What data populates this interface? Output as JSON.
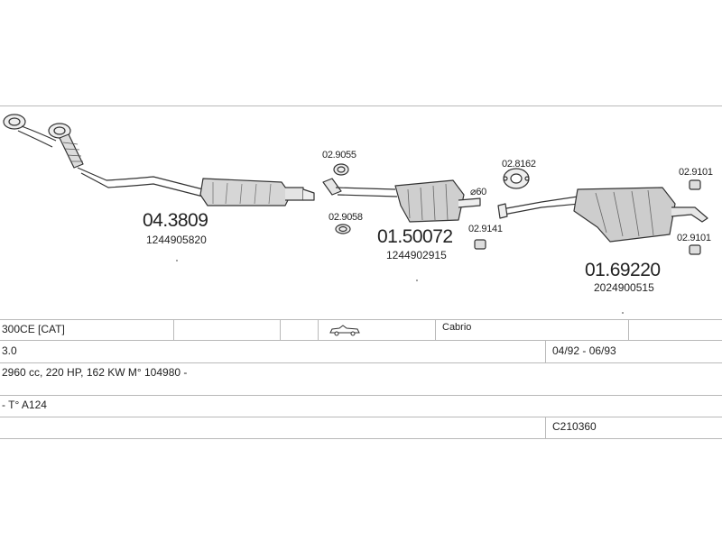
{
  "parts": {
    "p1": {
      "number": "04.3809",
      "oem": "1244905820"
    },
    "p2": {
      "number": "01.50072",
      "oem": "1244902915"
    },
    "p3": {
      "number": "01.69220",
      "oem": "2024900515"
    },
    "c1": "02.9055",
    "c2": "02.9058",
    "c3": "02.8162",
    "c4": "02.9141",
    "c5": "02.9101",
    "c6": "02.9101",
    "pipe_size": "⌀60"
  },
  "table": {
    "model": "300CE  [CAT]",
    "body_type": "Cabrio",
    "engine": "3.0",
    "years": "04/92 - 06/93",
    "specs": "2960 cc, 220 HP, 162 KW M° 104980 -",
    "type_code": "- T° A124",
    "catalog_code": "C210360"
  },
  "icons": {
    "car": "convertible-car-icon"
  }
}
